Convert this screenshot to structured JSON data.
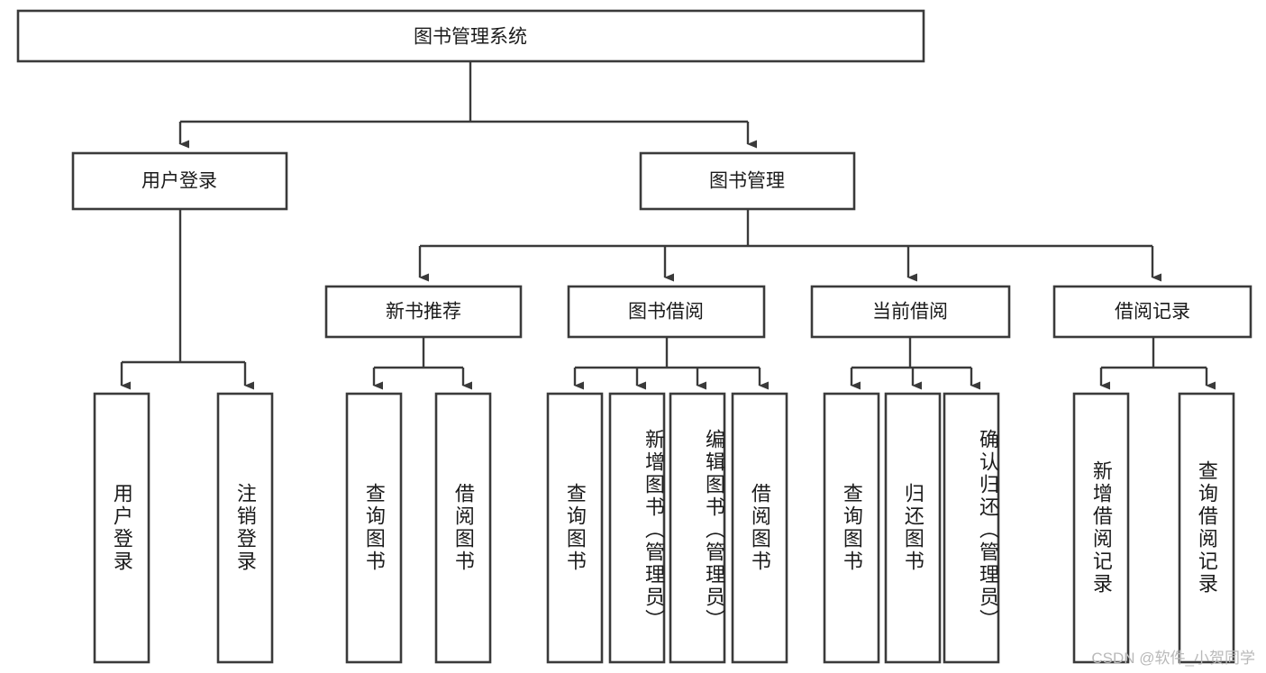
{
  "diagram": {
    "title": "图书管理系统",
    "type": "hierarchy-tree",
    "watermark": "CSDN @软件_小贺同学",
    "colors": {
      "stroke": "#3a3a3a",
      "box_fill": "#ffffff",
      "text": "#1b1b1b",
      "background": "#ffffff",
      "watermark": "#b9b9b9"
    },
    "levels": [
      {
        "level": 1,
        "nodes": [
          {
            "id": "root",
            "label": "图书管理系统",
            "orientation": "horizontal"
          }
        ]
      },
      {
        "level": 2,
        "nodes": [
          {
            "id": "user-login",
            "label": "用户登录",
            "orientation": "horizontal",
            "parent": "root"
          },
          {
            "id": "book-manage",
            "label": "图书管理",
            "orientation": "horizontal",
            "parent": "root"
          }
        ]
      },
      {
        "level": 3,
        "nodes": [
          {
            "id": "new-book-rec",
            "label": "新书推荐",
            "orientation": "horizontal",
            "parent": "book-manage"
          },
          {
            "id": "book-borrow",
            "label": "图书借阅",
            "orientation": "horizontal",
            "parent": "book-manage"
          },
          {
            "id": "current-borrow",
            "label": "当前借阅",
            "orientation": "horizontal",
            "parent": "book-manage"
          },
          {
            "id": "borrow-record",
            "label": "借阅记录",
            "orientation": "horizontal",
            "parent": "book-manage"
          }
        ]
      },
      {
        "level": 4,
        "nodes": [
          {
            "id": "leaf-user-login",
            "label": "用户登录",
            "orientation": "vertical",
            "parent": "user-login"
          },
          {
            "id": "leaf-logout",
            "label": "注销登录",
            "orientation": "vertical",
            "parent": "user-login"
          },
          {
            "id": "leaf-query-book-1",
            "label": "查询图书",
            "orientation": "vertical",
            "parent": "new-book-rec"
          },
          {
            "id": "leaf-borrow-book-1",
            "label": "借阅图书",
            "orientation": "vertical",
            "parent": "new-book-rec"
          },
          {
            "id": "leaf-query-book-2",
            "label": "查询图书",
            "orientation": "vertical",
            "parent": "book-borrow"
          },
          {
            "id": "leaf-add-book",
            "label": "新增图书（管理员）",
            "orientation": "vertical",
            "parent": "book-borrow"
          },
          {
            "id": "leaf-edit-book",
            "label": "编辑图书（管理员）",
            "orientation": "vertical",
            "parent": "book-borrow"
          },
          {
            "id": "leaf-borrow-book-2",
            "label": "借阅图书",
            "orientation": "vertical",
            "parent": "book-borrow"
          },
          {
            "id": "leaf-query-book-3",
            "label": "查询图书",
            "orientation": "vertical",
            "parent": "current-borrow"
          },
          {
            "id": "leaf-return-book",
            "label": "归还图书",
            "orientation": "vertical",
            "parent": "current-borrow"
          },
          {
            "id": "leaf-confirm-return",
            "label": "确认归还（管理员）",
            "orientation": "vertical",
            "parent": "current-borrow"
          },
          {
            "id": "leaf-add-record",
            "label": "新增借阅记录",
            "orientation": "vertical",
            "parent": "borrow-record"
          },
          {
            "id": "leaf-query-record",
            "label": "查询借阅记录",
            "orientation": "vertical",
            "parent": "borrow-record"
          }
        ]
      }
    ],
    "edges": [
      {
        "from": "root",
        "to": "user-login"
      },
      {
        "from": "root",
        "to": "book-manage"
      },
      {
        "from": "book-manage",
        "to": "new-book-rec"
      },
      {
        "from": "book-manage",
        "to": "book-borrow"
      },
      {
        "from": "book-manage",
        "to": "current-borrow"
      },
      {
        "from": "book-manage",
        "to": "borrow-record"
      },
      {
        "from": "user-login",
        "to": "leaf-user-login"
      },
      {
        "from": "user-login",
        "to": "leaf-logout"
      },
      {
        "from": "new-book-rec",
        "to": "leaf-query-book-1"
      },
      {
        "from": "new-book-rec",
        "to": "leaf-borrow-book-1"
      },
      {
        "from": "book-borrow",
        "to": "leaf-query-book-2"
      },
      {
        "from": "book-borrow",
        "to": "leaf-add-book"
      },
      {
        "from": "book-borrow",
        "to": "leaf-edit-book"
      },
      {
        "from": "book-borrow",
        "to": "leaf-borrow-book-2"
      },
      {
        "from": "current-borrow",
        "to": "leaf-query-book-3"
      },
      {
        "from": "current-borrow",
        "to": "leaf-return-book"
      },
      {
        "from": "current-borrow",
        "to": "leaf-confirm-return"
      },
      {
        "from": "borrow-record",
        "to": "leaf-add-record"
      },
      {
        "from": "borrow-record",
        "to": "leaf-query-record"
      }
    ]
  }
}
